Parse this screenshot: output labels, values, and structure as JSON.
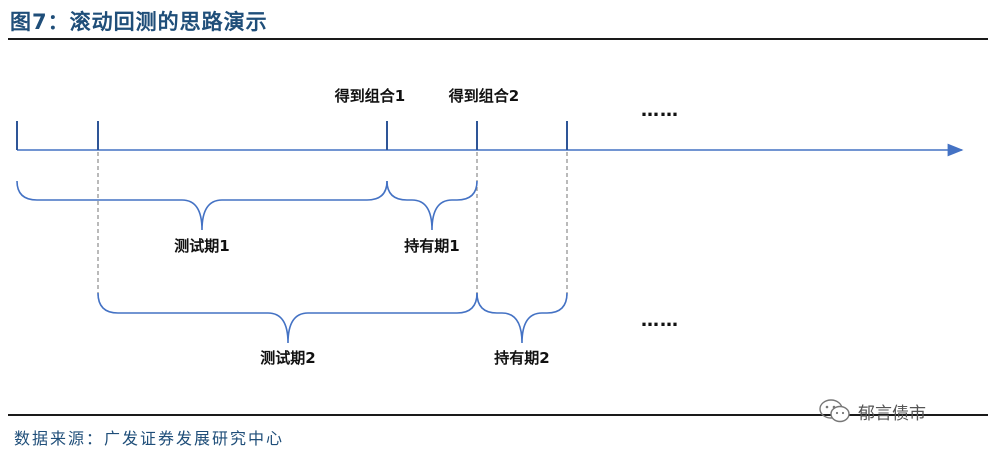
{
  "title": "图7：滚动回测的思路演示",
  "labels": {
    "portfolio1": "得到组合1",
    "portfolio2": "得到组合2",
    "test1": "测试期1",
    "hold1": "持有期1",
    "test2": "测试期2",
    "hold2": "持有期2",
    "ellipsis_top": "……",
    "ellipsis_bottom": "……"
  },
  "source": "数据来源：广发证券发展研究中心",
  "watermark": {
    "text": "郁言债市",
    "icon": "wechat-icon"
  },
  "colors": {
    "timeline": "#4472c4",
    "title": "#1f4e79",
    "guide": "#8c8c8c"
  }
}
